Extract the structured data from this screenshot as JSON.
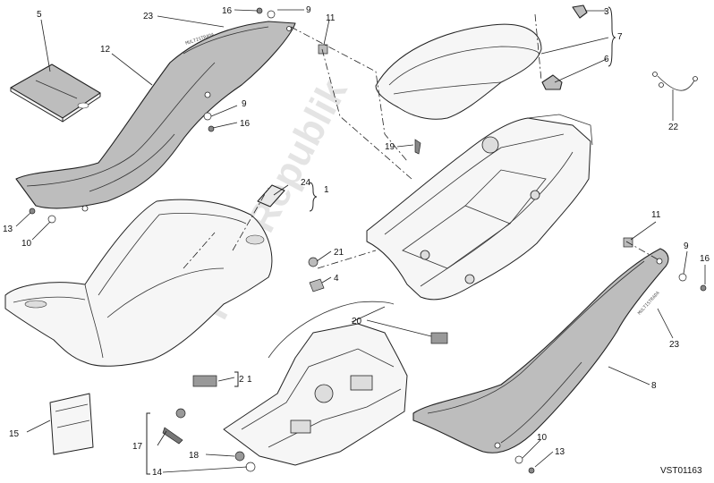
{
  "diagram": {
    "reference_code": "VST01163",
    "watermark": "PartsRepublik",
    "callouts": {
      "c1a": "1",
      "c1b": "1",
      "c2": "2",
      "c3": "3",
      "c4": "4",
      "c5": "5",
      "c6": "6",
      "c7": "7",
      "c8": "8",
      "c9a": "9",
      "c9b": "9",
      "c9c": "9",
      "c10a": "10",
      "c10b": "10",
      "c11a": "11",
      "c11b": "11",
      "c12": "12",
      "c13a": "13",
      "c13b": "13",
      "c14": "14",
      "c15": "15",
      "c16a": "16",
      "c16b": "16",
      "c16c": "16",
      "c17": "17",
      "c18": "18",
      "c19": "19",
      "c20": "20",
      "c21": "21",
      "c22": "22",
      "c23a": "23",
      "c23b": "23",
      "c24": "24"
    }
  }
}
